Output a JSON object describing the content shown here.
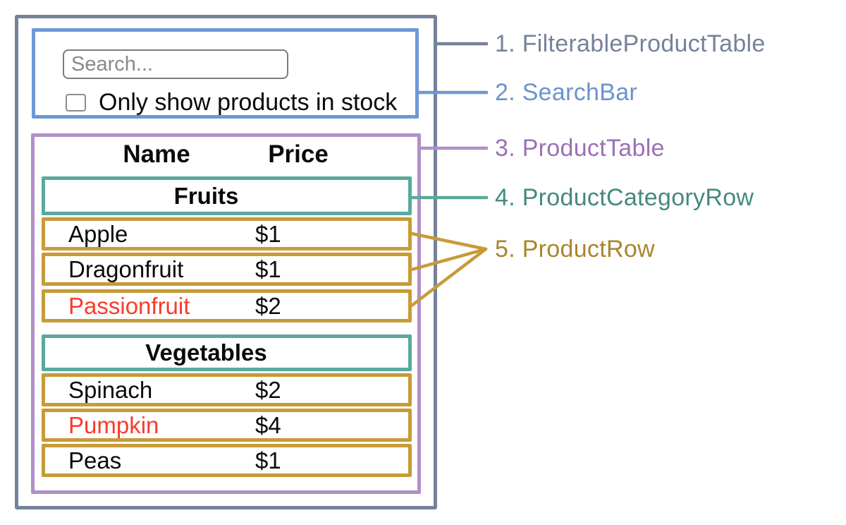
{
  "search_bar": {
    "placeholder": "Search...",
    "checkbox_label": "Only show products in stock",
    "checkbox_checked": false
  },
  "table": {
    "headers": {
      "name": "Name",
      "price": "Price"
    },
    "sections": [
      {
        "category": "Fruits",
        "rows": [
          {
            "name": "Apple",
            "price": "$1",
            "red_text": false
          },
          {
            "name": "Dragonfruit",
            "price": "$1",
            "red_text": false
          },
          {
            "name": "Passionfruit",
            "price": "$2",
            "red_text": true
          }
        ]
      },
      {
        "category": "Vegetables",
        "rows": [
          {
            "name": "Spinach",
            "price": "$2",
            "red_text": false
          },
          {
            "name": "Pumpkin",
            "price": "$4",
            "red_text": true
          },
          {
            "name": "Peas",
            "price": "$1",
            "red_text": false
          }
        ]
      }
    ]
  },
  "legend": [
    {
      "label": "1. FilterableProductTable",
      "color": "#76819B"
    },
    {
      "label": "2. SearchBar",
      "color": "#6B93CE"
    },
    {
      "label": "3. ProductTable",
      "color": "#9B71B4"
    },
    {
      "label": "4. ProductCategoryRow",
      "color": "#46897F"
    },
    {
      "label": "5. ProductRow",
      "color": "#A9862C"
    }
  ],
  "colors": {
    "outer_border": "#76819B",
    "searchbar_border": "#6C98D8",
    "table_border": "#B28FC9",
    "category_border": "#5AA99C",
    "row_border": "#C79B37",
    "out_of_stock_text": "#F93B2B"
  }
}
